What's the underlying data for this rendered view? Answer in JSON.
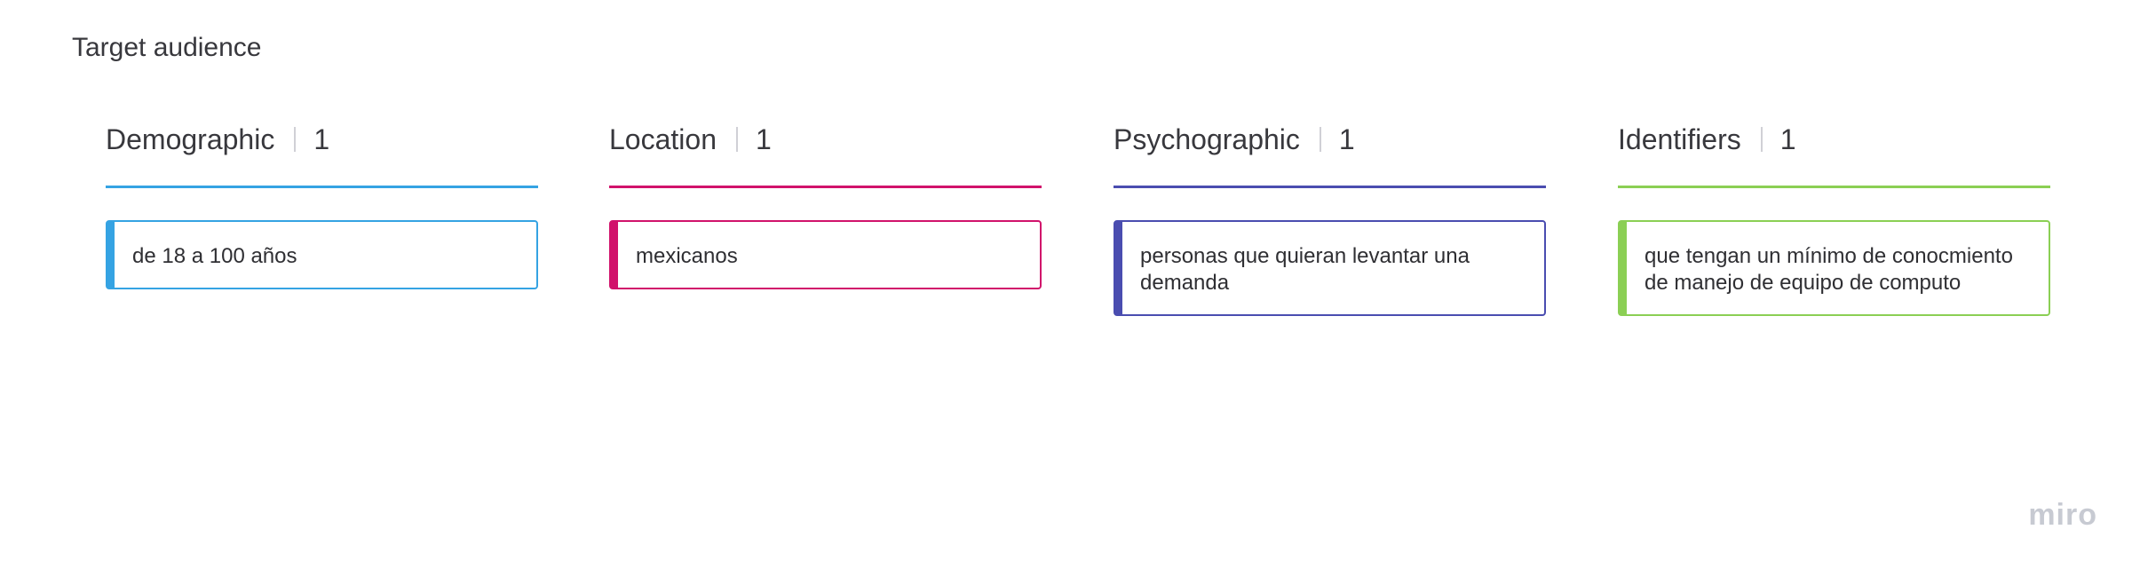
{
  "board": {
    "title": "Target audience"
  },
  "columns": [
    {
      "title": "Demographic",
      "count": "1",
      "color": "#35a3e3",
      "card_text": "de 18 a 100 años"
    },
    {
      "title": "Location",
      "count": "1",
      "color": "#d1126b",
      "card_text": "mexicanos"
    },
    {
      "title": "Psychographic",
      "count": "1",
      "color": "#4a4db0",
      "card_text": "personas que quieran levantar una demanda"
    },
    {
      "title": "Identifiers",
      "count": "1",
      "color": "#8bcf54",
      "card_text": "que tengan un mínimo de conocmiento de manejo de equipo de computo"
    }
  ],
  "branding": {
    "logo_text": "miro"
  }
}
